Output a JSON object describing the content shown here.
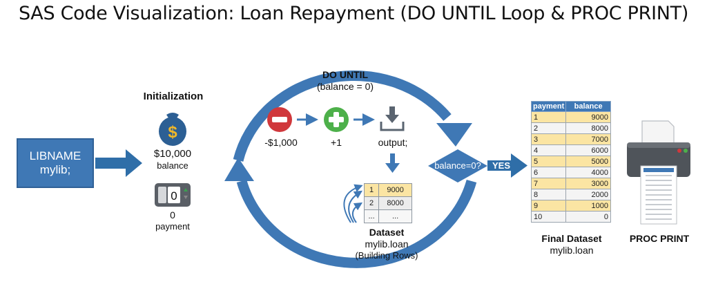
{
  "title": "SAS Code Visualization: Loan Repayment (DO UNTIL Loop & PROC PRINT)",
  "libname": {
    "line1": "LIBNAME",
    "line2": "mylib;"
  },
  "initialization": {
    "heading": "Initialization",
    "balance_value": "$10,000",
    "balance_label": "balance",
    "payment_counter_display": "0",
    "payment_value": "0",
    "payment_label": "payment"
  },
  "loop": {
    "heading": "DO UNTIL",
    "condition": "(balance = 0)",
    "step_minus_label": "-$1,000",
    "step_plus_label": "+1",
    "step_output_label": "output;"
  },
  "building_dataset": {
    "rows": [
      {
        "n": "1",
        "v": "9000"
      },
      {
        "n": "2",
        "v": "8000"
      },
      {
        "n": "...",
        "v": "..."
      }
    ],
    "heading": "Dataset",
    "name": "mylib.loan",
    "note": "(Building Rows)"
  },
  "decision": {
    "condition": "balance=0?",
    "yes_label": "YES"
  },
  "final_dataset": {
    "columns": [
      "payment",
      "balance"
    ],
    "rows": [
      [
        "1",
        "9000"
      ],
      [
        "2",
        "8000"
      ],
      [
        "3",
        "7000"
      ],
      [
        "4",
        "6000"
      ],
      [
        "5",
        "5000"
      ],
      [
        "6",
        "4000"
      ],
      [
        "7",
        "3000"
      ],
      [
        "8",
        "2000"
      ],
      [
        "9",
        "1000"
      ],
      [
        "10",
        "0"
      ]
    ],
    "heading": "Final Dataset",
    "name": "mylib.loan"
  },
  "proc_print": {
    "label": "PROC PRINT"
  },
  "colors": {
    "primary_blue": "#3f78b5",
    "minus_red": "#d0383c",
    "plus_green": "#4db04a",
    "row_yellow": "#fbe5a3"
  }
}
